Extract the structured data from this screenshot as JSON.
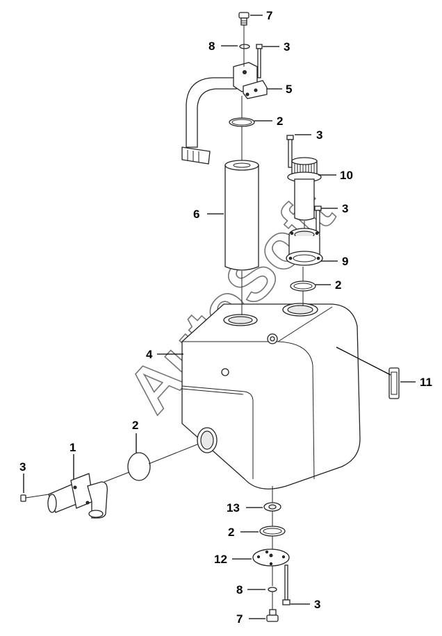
{
  "watermark": "AutoSoft",
  "callouts": [
    {
      "id": "callout-7-top",
      "part": "7"
    },
    {
      "id": "callout-8-top",
      "part": "8"
    },
    {
      "id": "callout-3-top",
      "part": "3"
    },
    {
      "id": "callout-5",
      "part": "5"
    },
    {
      "id": "callout-2-upper",
      "part": "2"
    },
    {
      "id": "callout-3-upper",
      "part": "3"
    },
    {
      "id": "callout-10",
      "part": "10"
    },
    {
      "id": "callout-6",
      "part": "6"
    },
    {
      "id": "callout-3-mid",
      "part": "3"
    },
    {
      "id": "callout-9",
      "part": "9"
    },
    {
      "id": "callout-2-mid",
      "part": "2"
    },
    {
      "id": "callout-4",
      "part": "4"
    },
    {
      "id": "callout-11",
      "part": "11"
    },
    {
      "id": "callout-2-left",
      "part": "2"
    },
    {
      "id": "callout-1",
      "part": "1"
    },
    {
      "id": "callout-3-left",
      "part": "3"
    },
    {
      "id": "callout-13",
      "part": "13"
    },
    {
      "id": "callout-2-lower",
      "part": "2"
    },
    {
      "id": "callout-12",
      "part": "12"
    },
    {
      "id": "callout-8-bottom",
      "part": "8"
    },
    {
      "id": "callout-3-bottom",
      "part": "3"
    },
    {
      "id": "callout-7-bottom",
      "part": "7"
    }
  ]
}
